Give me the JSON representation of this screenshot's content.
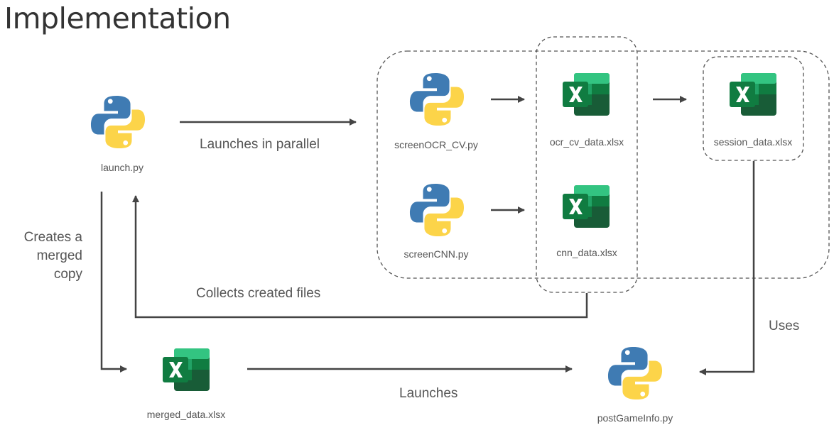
{
  "title": "Implementation",
  "nodes": {
    "launch": "launch.py",
    "screen_ocr": "screenOCR_CV.py",
    "screen_cnn": "screenCNN.py",
    "ocr_data": "ocr_cv_data.xlsx",
    "cnn_data": "cnn_data.xlsx",
    "session_data": "session_data.xlsx",
    "merged_data": "merged_data.xlsx",
    "post_game": "postGameInfo.py"
  },
  "edges": {
    "launches_parallel": "Launches in parallel",
    "collects": "Collects created files",
    "merged_line1": "Creates a",
    "merged_line2": "merged",
    "merged_line3": "copy",
    "uses": "Uses",
    "launches": "Launches"
  },
  "icons": {
    "python": "python-logo-icon",
    "excel": "excel-logo-icon"
  },
  "colors": {
    "python_blue": "#3f7bb3",
    "python_yellow": "#fcd449",
    "excel_dark": "#185c37",
    "excel_mid": "#21a366",
    "excel_light": "#33c481",
    "arrow": "#444444"
  }
}
